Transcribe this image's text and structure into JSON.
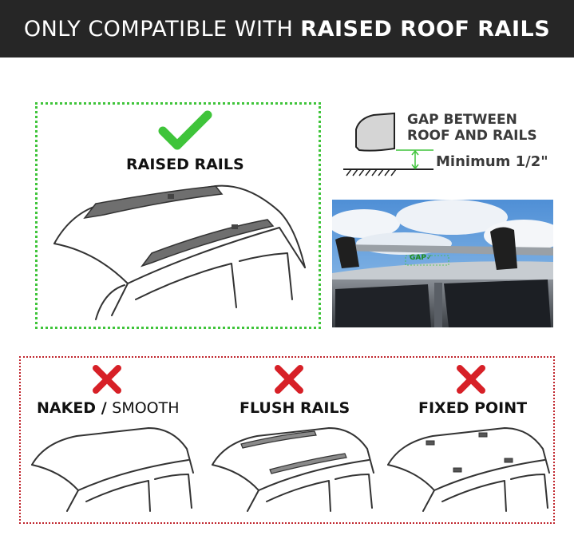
{
  "banner": {
    "prefix": "ONLY COMPATIBLE WITH",
    "emphasis": "RAISED ROOF RAILS"
  },
  "compatible": {
    "label": "RAISED RAILS",
    "icon": "checkmark-icon",
    "color": "#3fc43a"
  },
  "gap_diagram": {
    "title_line1": "GAP BETWEEN",
    "title_line2": "ROOF AND RAILS",
    "minimum": "Minimum 1/2\"",
    "accent": "#3fc43a"
  },
  "photo": {
    "gap_label": "GAP✓"
  },
  "incompatible": {
    "icon": "cross-icon",
    "color": "#d72027",
    "items": [
      {
        "label_bold": "NAKED /",
        "label_normal": "SMOOTH"
      },
      {
        "label_bold": "FLUSH RAILS"
      },
      {
        "label_bold": "FIXED POINT"
      }
    ]
  }
}
